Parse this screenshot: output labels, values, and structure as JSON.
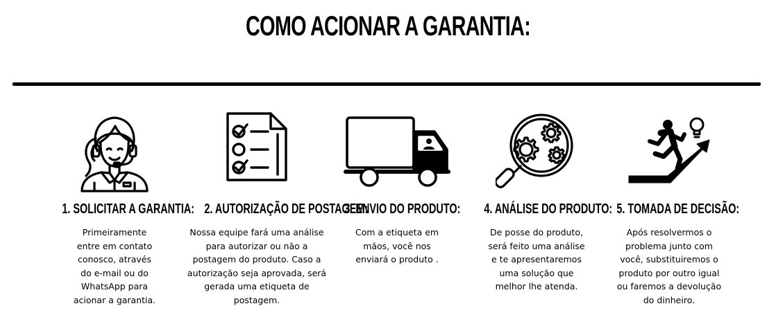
{
  "title": "COMO ACIONAR A GARANTIA:",
  "steps": [
    {
      "icon": "customer-support-agent-icon",
      "heading": "1. SOLICITAR A GARANTIA:",
      "text": "Primeiramente entre em contato conosco, através do e-mail ou do WhatsApp para acionar a garantia."
    },
    {
      "icon": "checklist-document-icon",
      "heading": "2. AUTORIZAÇÃO DE POSTAGEM:",
      "text": "Nossa equipe fará uma análise para autorizar ou não a postagem do produto. Caso a autorização seja aprovada, será gerada uma etiqueta de postagem."
    },
    {
      "icon": "delivery-truck-icon",
      "heading": "3. ENVIO DO PRODUTO:",
      "text": "Com a etiqueta em mãos, você nos enviará o produto ."
    },
    {
      "icon": "magnifier-gears-icon",
      "heading": "4. ANÁLISE DO PRODUTO:",
      "text": "De posse do produto, será feito uma análise e te apresentaremos uma solução que melhor lhe atenda."
    },
    {
      "icon": "running-person-idea-icon",
      "heading": "5. TOMADA DE DECISÃO:",
      "text": "Após resolvermos o problema junto com você, substituiremos o produto por outro igual ou faremos a devolução do dinheiro."
    }
  ]
}
